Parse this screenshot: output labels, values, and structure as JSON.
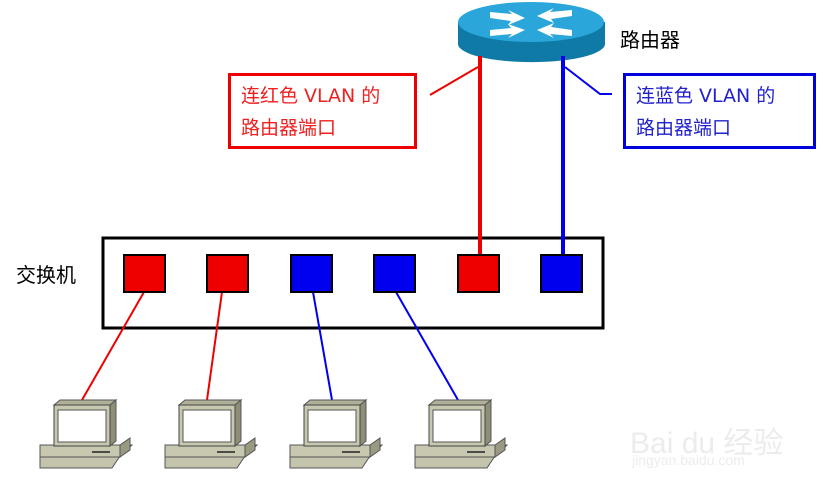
{
  "labels": {
    "router": "路由器",
    "switch": "交换机"
  },
  "callouts": {
    "red": {
      "line1": "连红色 VLAN 的",
      "line2": "路由器端口"
    },
    "blue": {
      "line1": "连蓝色 VLAN 的",
      "line2": "路由器端口"
    }
  },
  "colors": {
    "red_vlan": "#ee0000",
    "blue_vlan": "#0000ee",
    "router": "#1a8fc4",
    "pc": "#c8c8b0"
  },
  "switch_ports": [
    "red",
    "red",
    "blue",
    "blue",
    "red",
    "blue"
  ],
  "watermark": {
    "brand": "Bai du 经验",
    "url": "jingyan.baidu.com"
  }
}
